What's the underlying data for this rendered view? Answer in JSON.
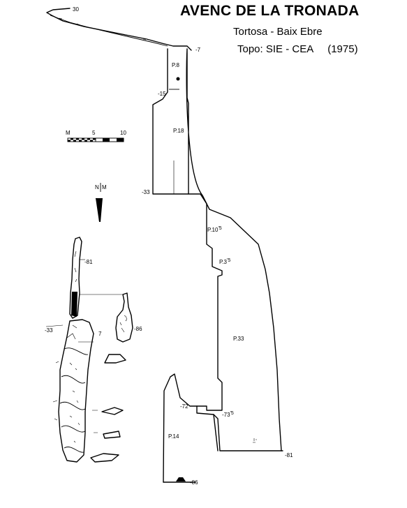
{
  "header": {
    "title": "AVENC DE LA TRONADA",
    "location": "Tortosa - Baix Ebre",
    "credit": "Topo: SIE - CEA",
    "year": "(1975)"
  },
  "scale_bar": {
    "start_label": "M",
    "mid_label": "5",
    "end_label": "10"
  },
  "north_arrow": {
    "label_n": "N",
    "label_m": "M"
  },
  "section_labels": {
    "entrance_elev": "30",
    "top_elev": "-7",
    "p8": "P.8",
    "d15": "-15",
    "p18": "P.18",
    "d33": "-33",
    "p10": "P.10",
    "p10_sup": "'5",
    "p3": "P.3",
    "p3_sup": "'5",
    "p33": "P.33",
    "d72": "-72",
    "d73": "-73",
    "d73_sup": "'5",
    "p14": "P.14",
    "d81": "-81",
    "d86": "-86"
  },
  "plan_labels": {
    "d81": "-81",
    "d33": "-33",
    "d7": "7",
    "d86": "-86"
  }
}
